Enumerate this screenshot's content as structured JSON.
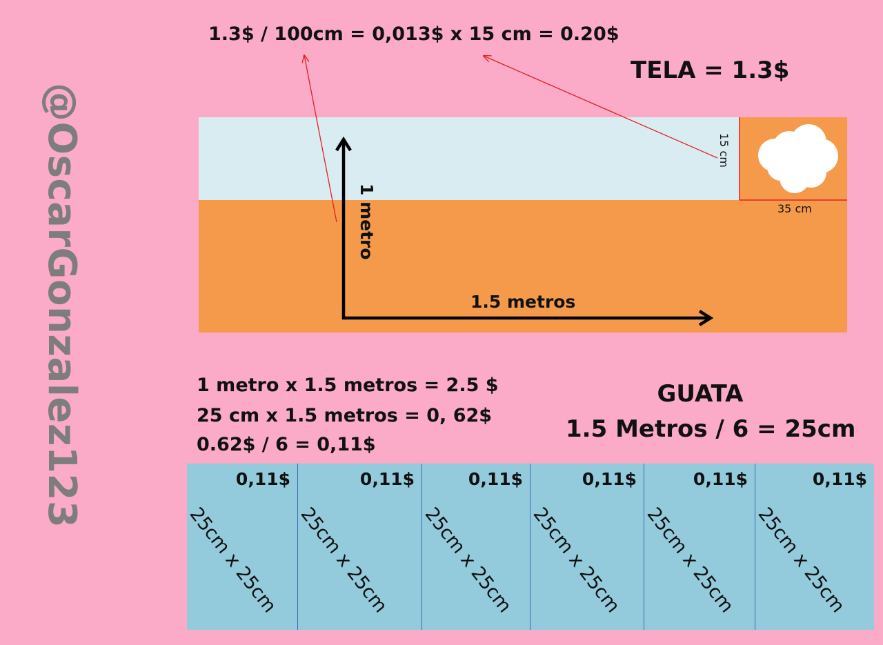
{
  "watermark": "@OscarGonzalez123",
  "formula_top": "1.3$ / 100cm = 0,013$ x 15 cm = 0.20$",
  "tela_label": "TELA = 1.3$",
  "fabric": {
    "piece_height": "15 cm",
    "piece_width": "35 cm",
    "height_label": "1 metro",
    "width_label": "1.5 metros",
    "colors": {
      "light": "#d9ecf2",
      "orange": "#f59a4b"
    }
  },
  "calculations": [
    "1 metro x 1.5 metros =  2.5 $",
    "25 cm x 1.5 metros = 0, 62$",
    "0.62$ / 6 = 0,11$"
  ],
  "guata": {
    "title": "GUATA",
    "subtitle": "1.5 Metros / 6 = 25cm"
  },
  "strips": [
    {
      "price": "0,11$",
      "size": "25cm x 25cm"
    },
    {
      "price": "0,11$",
      "size": "25cm x 25cm"
    },
    {
      "price": "0,11$",
      "size": "25cm x 25cm"
    },
    {
      "price": "0,11$",
      "size": "25cm x 25cm"
    },
    {
      "price": "0,11$",
      "size": "25cm x 25cm"
    },
    {
      "price": "0,11$",
      "size": "25cm x 25cm"
    }
  ],
  "colors": {
    "background": "#fbaac8",
    "strips": "#94cbdc",
    "arrow": "#e02020"
  }
}
